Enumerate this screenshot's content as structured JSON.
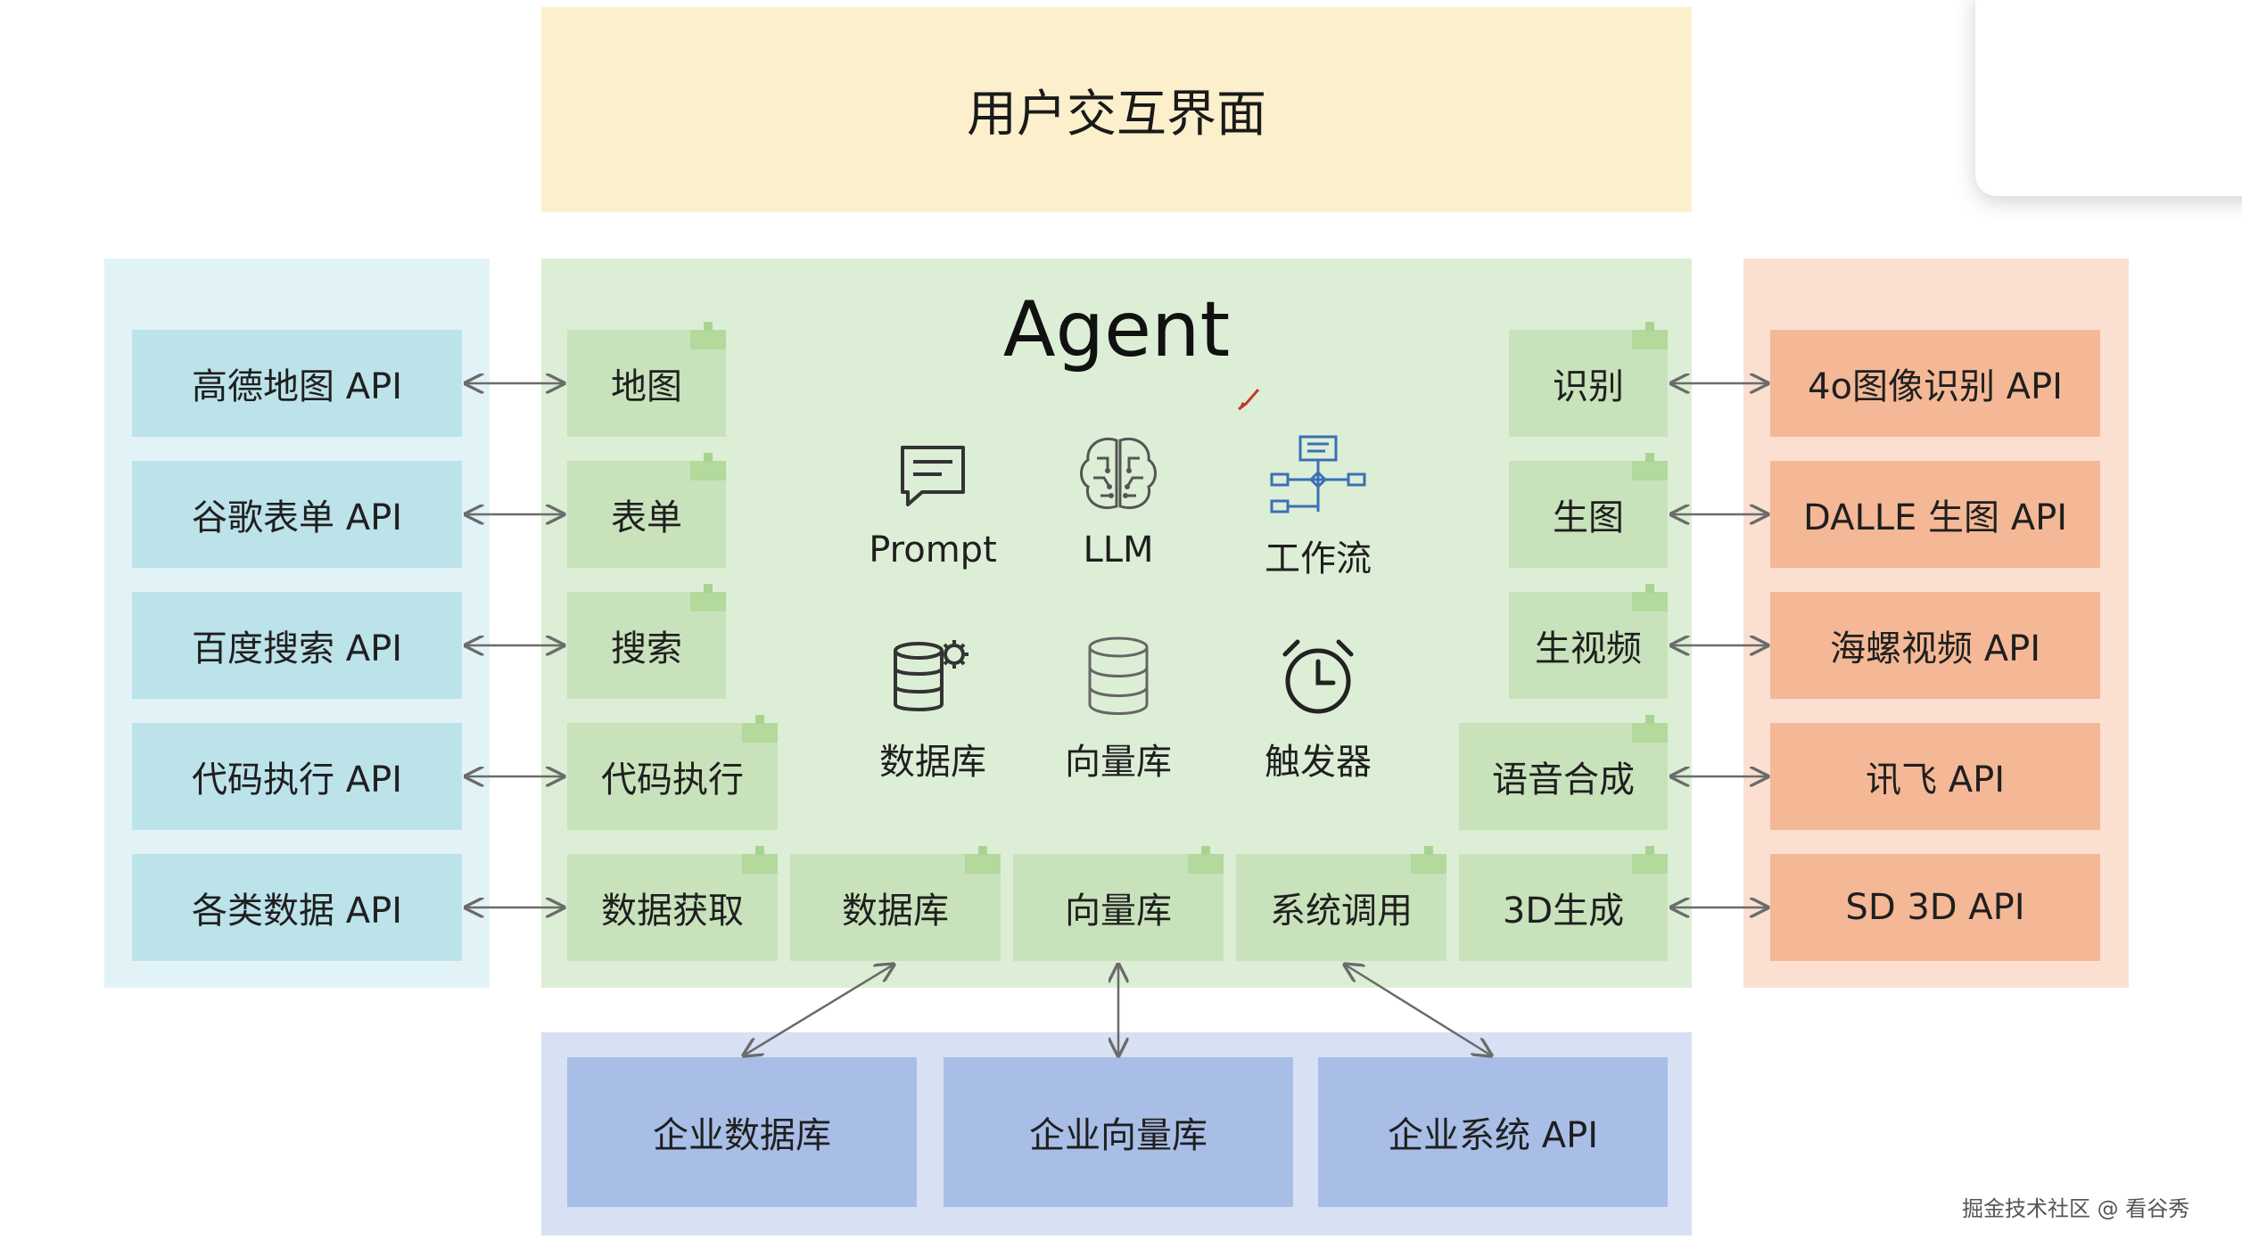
{
  "top_banner": {
    "label": "用户交互界面"
  },
  "agent": {
    "title": "Agent",
    "core_items": [
      {
        "label": "Prompt",
        "icon": "chat-bubble-icon"
      },
      {
        "label": "LLM",
        "icon": "brain-icon"
      },
      {
        "label": "工作流",
        "icon": "workflow-icon"
      },
      {
        "label": "数据库",
        "icon": "database-gear-icon"
      },
      {
        "label": "向量库",
        "icon": "vector-db-icon"
      },
      {
        "label": "触发器",
        "icon": "alarm-clock-icon"
      }
    ],
    "left_tools": [
      "地图",
      "表单",
      "搜索",
      "代码执行",
      "数据获取"
    ],
    "right_tools": [
      "识别",
      "生图",
      "生视频",
      "语音合成",
      "3D生成"
    ],
    "bottom_tools": [
      "数据库",
      "向量库",
      "系统调用"
    ]
  },
  "left_apis": [
    "高德地图 API",
    "谷歌表单 API",
    "百度搜索 API",
    "代码执行 API",
    "各类数据 API"
  ],
  "right_apis": [
    "4o图像识别 API",
    "DALLE 生图 API",
    "海螺视频 API",
    "讯飞 API",
    "SD 3D API"
  ],
  "enterprise": [
    "企业数据库",
    "企业向量库",
    "企业系统 API"
  ],
  "watermark": "掘金技术社区 @ 看谷秀",
  "colors": {
    "top_banner": "#fcf0cc",
    "agent_panel": "#ddeed6",
    "tool_box": "#c8e2bb",
    "left_panel": "#e2f3f7",
    "left_box": "#bce2ea",
    "right_panel": "#fbe0d2",
    "right_box": "#f4b896",
    "enterprise_panel": "#d7e1f3",
    "enterprise_box": "#a9bee6",
    "arrow": "#6b6b6b"
  }
}
